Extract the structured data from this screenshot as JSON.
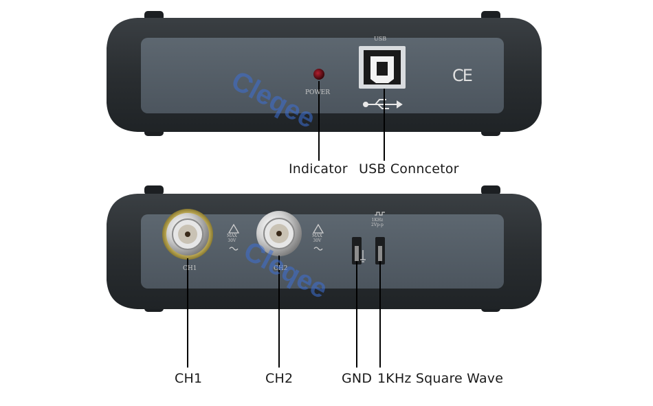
{
  "watermark": "Cleqee",
  "device_markings": {
    "usb": "USB",
    "power": "POWER",
    "ce_mark": "CE",
    "ch1": "CH1",
    "ch2": "CH2",
    "max_top": "MAX",
    "max_v": "30V",
    "square_freq": "1KHz",
    "square_amp": "2Vp-p"
  },
  "callouts": {
    "indicator": "Indicator",
    "usb_connector": "USB Conncetor",
    "ch1": "CH1",
    "ch2": "CH2",
    "gnd": "GND",
    "square_wave": "1KHz Square Wave"
  },
  "colors": {
    "body": "#2b2f32",
    "panel": "#56606a",
    "panel_dark": "#4a535c",
    "bnc_gold": "#c9b25a",
    "led": "#5a0c10"
  },
  "icons": [
    "usb-trident-icon",
    "warning-triangle-icon",
    "bnc-connector-icon"
  ]
}
